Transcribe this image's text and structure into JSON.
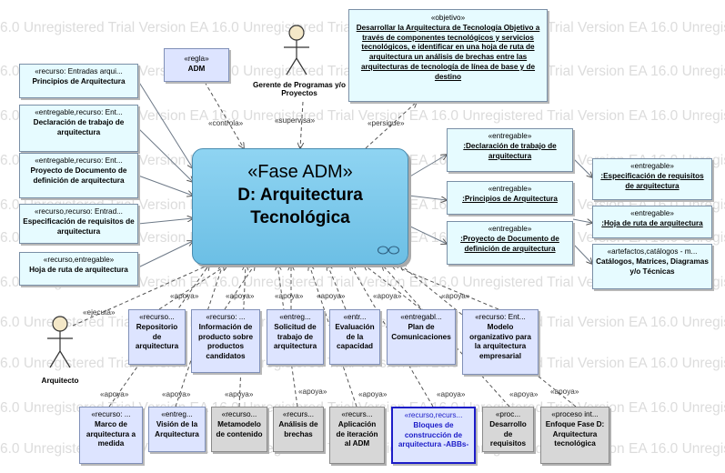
{
  "watermark": "6.0 Unregistered Trial Version   EA 16.0 Unregistered Trial Version   EA 16.0 Unregistered Trial Version   EA 16.0 Unregistered Trial Version   EA 16",
  "main": {
    "stereotype": "«Fase ADM»",
    "name": "D: Arquitectura Tecnológica"
  },
  "regla": {
    "stereotype": "«regla»",
    "name": "ADM"
  },
  "objetivo": {
    "stereotype": "«objetivo»",
    "name": "Desarrollar la Arquitectura de Tecnología Objetivo a través de componentes tecnológicos y servicios tecnológicos, e identificar en una hoja de ruta de arquitectura un análisis de brechas entre las arquitecturas de tecnología de línea de base y de destino"
  },
  "actors": {
    "gerente": "Gerente de Programas y/o Proyectos",
    "arquitecto": "Arquitecto"
  },
  "inputs": [
    {
      "stereotype": "«recurso: Entradas arqui...",
      "name": "Principios de Arquitectura"
    },
    {
      "stereotype": "«entregable,recurso: Ent...",
      "name": "Declaración de trabajo de arquitectura"
    },
    {
      "stereotype": "«entregable,recurso: Ent...",
      "name": "Proyecto de Documento de definición de arquitectura"
    },
    {
      "stereotype": "«recurso,recurso: Entrad...",
      "name": "Especificación de requisitos de arquitectura"
    },
    {
      "stereotype": "«recurso,entregable»",
      "name": "Hoja de ruta de arquitectura"
    }
  ],
  "outputs_mid": [
    {
      "stereotype": "«entregable»",
      "name": ":Declaración de trabajo de arquitectura"
    },
    {
      "stereotype": "«entregable»",
      "name": ":Principios de Arquitectura"
    },
    {
      "stereotype": "«entregable»",
      "name": ":Proyecto de Documento de definición de arquitectura"
    }
  ],
  "outputs_right": [
    {
      "stereotype": "«entregable»",
      "name": ":Especificación de requisitos de arquitectura"
    },
    {
      "stereotype": "«entregable»",
      "name": ":Hoja de ruta de arquitectura"
    },
    {
      "stereotype": "«artefactos,catálogos - m...",
      "name": "Catálogos, Matrices, Diagramas y/o Técnicas"
    }
  ],
  "support_top": [
    {
      "stereotype": "«recurso...",
      "name": "Repositorio de arquitectura"
    },
    {
      "stereotype": "«recurso: ...",
      "name": "Información de producto sobre productos candidatos"
    },
    {
      "stereotype": "«entreg...",
      "name": "Solicitud de trabajo de arquitectura"
    },
    {
      "stereotype": "«entr...",
      "name": "Evaluación de la capacidad"
    },
    {
      "stereotype": "«entregabl...",
      "name": "Plan de Comunicaciones"
    },
    {
      "stereotype": "«recurso: Ent...",
      "name": "Modelo organizativo para la arquitectura empresarial"
    }
  ],
  "support_bottom": [
    {
      "stereotype": "«recurso: ...",
      "name": "Marco de arquitectura a medida"
    },
    {
      "stereotype": "«entreg...",
      "name": "Visión de la Arquitectura"
    },
    {
      "stereotype": "«recurso...",
      "name": "Metamodelo de contenido"
    },
    {
      "stereotype": "«recurs...",
      "name": "Análisis de brechas"
    },
    {
      "stereotype": "«recurs...",
      "name": "Aplicación de iteración al ADM"
    },
    {
      "stereotype": "«recurso,recurs...",
      "name": "Bloques de construcción de arquitectura -ABBs-"
    },
    {
      "stereotype": "«proc...",
      "name": "Desarrollo de requisitos"
    },
    {
      "stereotype": "«proceso int...",
      "name": "Enfoque Fase D: Arquitectura tecnológica"
    }
  ],
  "labels": {
    "controla": "«controla»",
    "supervisa": "«supervisa»",
    "persigue": "«persigue»",
    "ejecuta": "«ejecuta»",
    "apoya": "«apoya»"
  },
  "colors": {
    "main_fill": "#7cc9ec",
    "artifact_fill": "#e6fbff",
    "support_fill": "#dde4ff",
    "process_fill": "#d7d7d7",
    "selected_border": "#1c1cc8"
  }
}
